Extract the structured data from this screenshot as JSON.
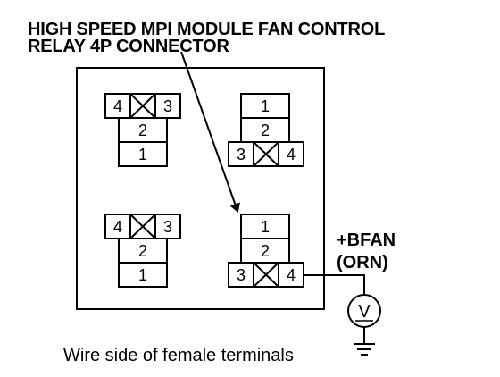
{
  "title": {
    "line1": "HIGH SPEED MPI MODULE FAN CONTROL",
    "line2": "RELAY 4P CONNECTOR"
  },
  "caption": "Wire side of female terminals",
  "wire_label": {
    "signal": "+BFAN",
    "color_code": "(ORN)"
  },
  "connectors": [
    {
      "id": "top-left",
      "pins": [
        "4",
        "3",
        "2",
        "1"
      ]
    },
    {
      "id": "top-right",
      "pins": [
        "1",
        "2",
        "3",
        "4"
      ]
    },
    {
      "id": "bottom-left",
      "pins": [
        "4",
        "3",
        "2",
        "1"
      ]
    },
    {
      "id": "bottom-right",
      "pins": [
        "1",
        "2",
        "3",
        "4"
      ]
    }
  ],
  "meter": {
    "symbol": "V",
    "icon": "voltmeter-icon"
  },
  "ground": {
    "icon": "ground-icon"
  }
}
